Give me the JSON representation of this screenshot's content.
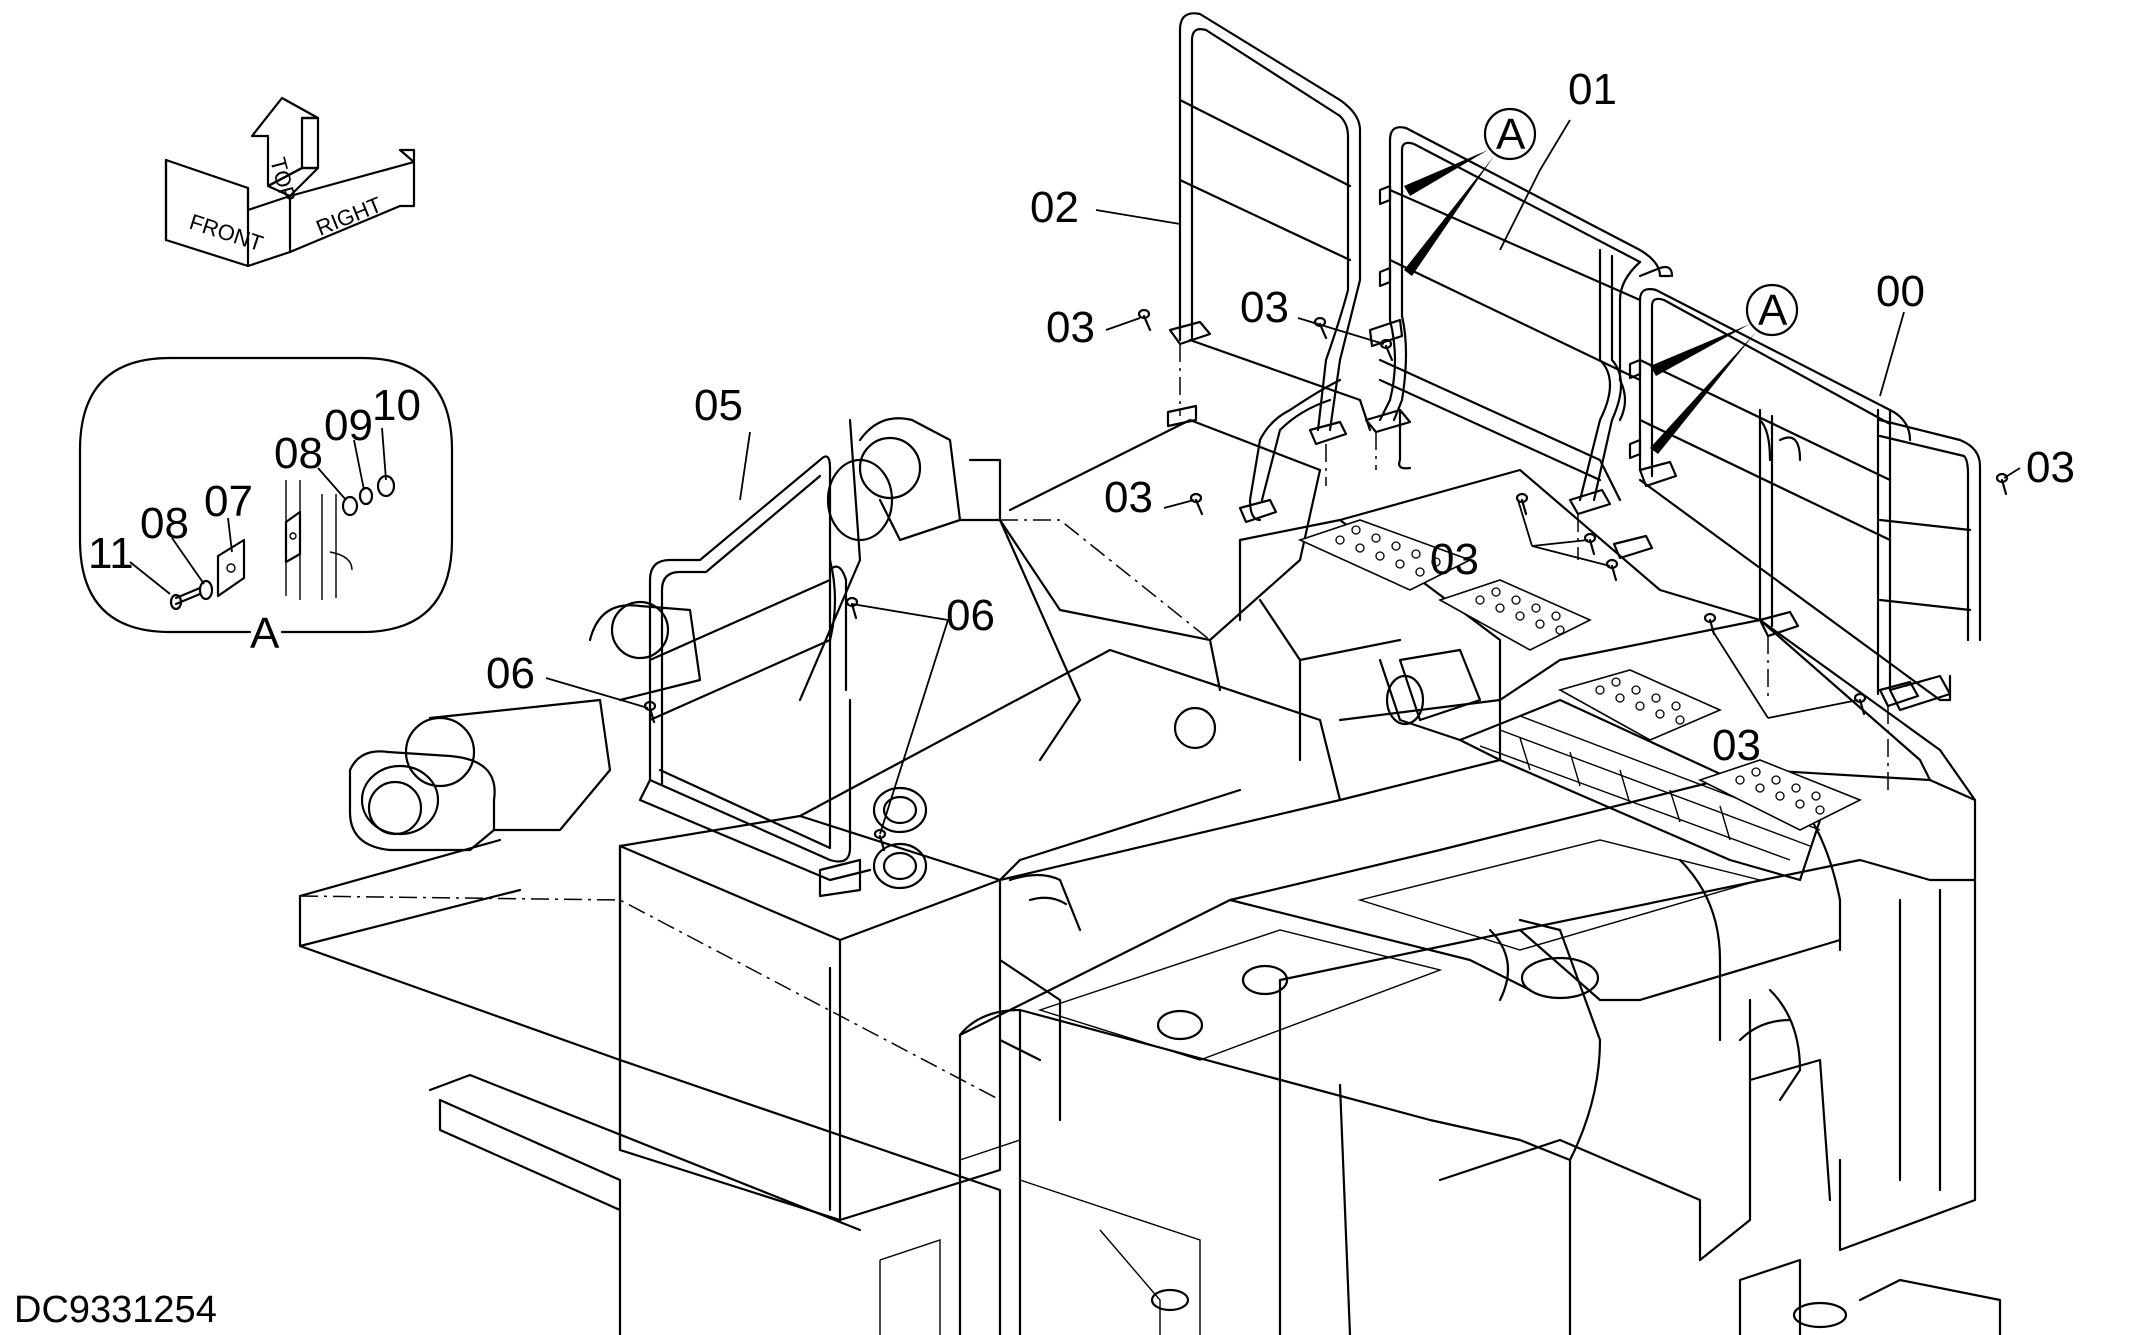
{
  "drawing_id": "DC9331254",
  "orientation": {
    "front": "FRONT",
    "top": "TOP",
    "right": "RIGHT"
  },
  "detail": {
    "label": "A"
  },
  "detail_refs": [
    "A",
    "A"
  ],
  "callouts": {
    "c00": "00",
    "c01": "01",
    "c02": "02",
    "c03a": "03",
    "c03b": "03",
    "c03c": "03",
    "c03d": "03",
    "c03e": "03",
    "c03f": "03",
    "c05": "05",
    "c06a": "06",
    "c06b": "06",
    "c07": "07",
    "c08a": "08",
    "c08b": "08",
    "c09": "09",
    "c10": "10",
    "c11": "11"
  }
}
